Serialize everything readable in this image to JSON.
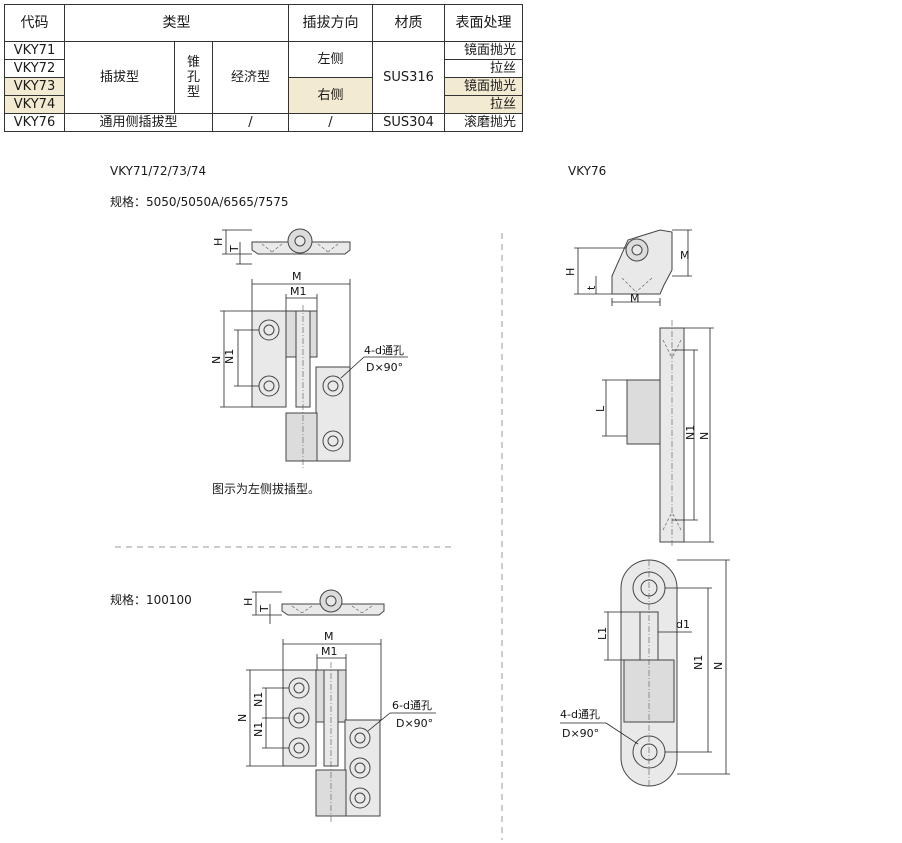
{
  "table": {
    "headers": [
      "代码",
      "类型",
      "插拔方向",
      "材质",
      "表面处理"
    ],
    "rows": [
      {
        "code": "VKY71",
        "finish": "镜面抛光"
      },
      {
        "code": "VKY72",
        "finish": "拉丝"
      },
      {
        "code": "VKY73",
        "finish": "镜面抛光"
      },
      {
        "code": "VKY74",
        "finish": "拉丝"
      },
      {
        "code": "VKY76",
        "finish": "滚磨抛光"
      }
    ],
    "type_main": "插拔型",
    "type_hole": "锥\n孔\n型",
    "type_econ": "经济型",
    "direction_left": "左侧",
    "direction_right": "右侧",
    "material_316": "SUS316",
    "vky76_type": "通用侧插拔型",
    "vky76_slash1": "/",
    "vky76_slash2": "/",
    "material_304": "SUS304"
  },
  "left_section": {
    "title": "VKY71/72/73/74",
    "spec1": "规格：5050/5050A/6565/7575",
    "caption": "图示为左侧拔插型。",
    "spec2": "规格：100100"
  },
  "right_section": {
    "title": "VKY76"
  },
  "dims": {
    "H": "H",
    "T": "T",
    "t": "t",
    "M": "M",
    "M1": "M1",
    "N": "N",
    "N1": "N1",
    "L": "L",
    "L1": "L1",
    "d1": "d1",
    "hole4_line1": "4-d通孔",
    "hole4_line2": "D×90°",
    "hole6_line1": "6-d通孔",
    "hole6_line2": "D×90°"
  }
}
